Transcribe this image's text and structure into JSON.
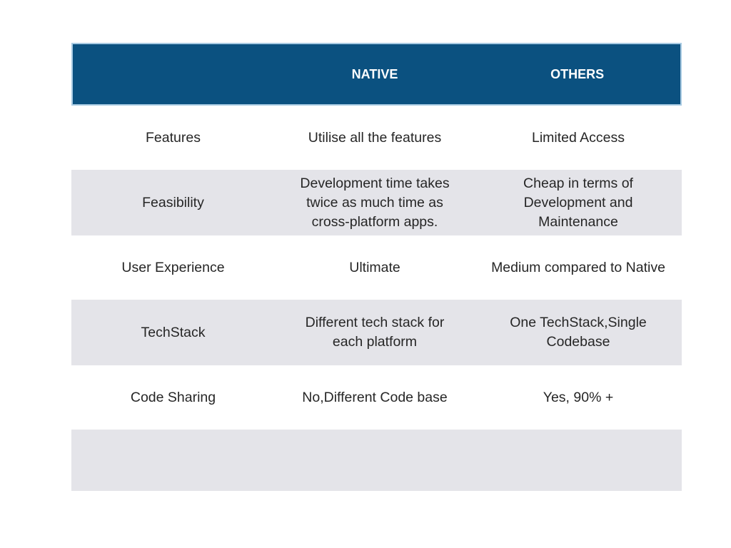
{
  "table": {
    "header": {
      "col1": "",
      "col2": "NATIVE",
      "col3": "OTHERS"
    },
    "colors": {
      "page_bg": "#FFFFFF",
      "header_bg": "#0B5180",
      "header_border": "#A9CBE3",
      "header_text": "#FFFFFF",
      "row_alt_bg": "#E4E4E9",
      "body_text": "#262626"
    },
    "rows": [
      {
        "label": "Features",
        "native": "Utilise all the features",
        "others": "Limited Access"
      },
      {
        "label": "Feasibility",
        "native": "Development time takes\ntwice as much time as\ncross-platform apps.",
        "others": "Cheap in terms of\nDevelopment and\nMaintenance"
      },
      {
        "label": "User Experience",
        "native": "Ultimate",
        "others": "Medium compared to Native"
      },
      {
        "label": "TechStack",
        "native": "Different tech stack for\neach platform",
        "others": "One TechStack,Single\nCodebase"
      },
      {
        "label": "Code Sharing",
        "native": "No,Different Code base",
        "others": "Yes, 90% +"
      },
      {
        "label": "",
        "native": "",
        "others": ""
      }
    ]
  }
}
